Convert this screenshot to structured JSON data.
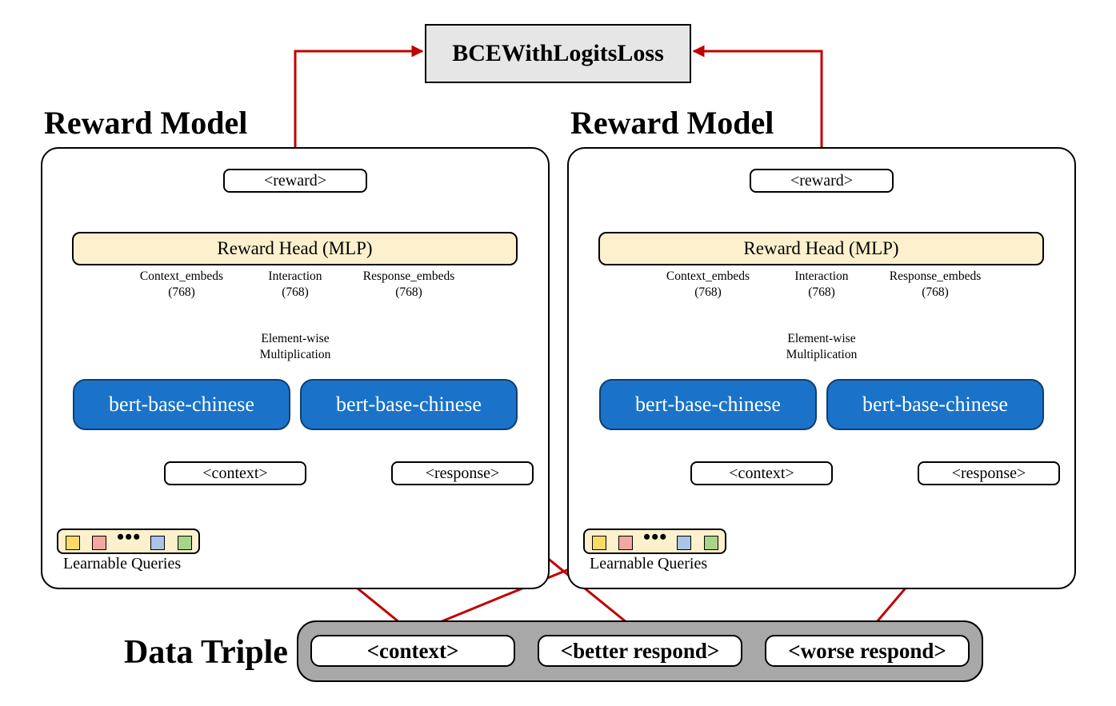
{
  "loss": {
    "label": "BCEWithLogitsLoss"
  },
  "models": [
    {
      "title": "Reward Model",
      "reward": "<reward>",
      "head": "Reward Head (MLP)",
      "outputs": {
        "context": {
          "name": "Context_embeds",
          "dim": "(768)"
        },
        "interaction": {
          "name": "Interaction",
          "dim": "(768)"
        },
        "response": {
          "name": "Response_embeds",
          "dim": "(768)"
        }
      },
      "multiply": {
        "line1": "Element-wise",
        "line2": "Multiplication"
      },
      "encoders": [
        "bert-base-chinese",
        "bert-base-chinese"
      ],
      "inputs": {
        "context": "<context>",
        "response": "<response>"
      },
      "queries": {
        "label": "Learnable Queries",
        "dots": "•••",
        "colors": [
          "#ffd966",
          "#f4a6a0",
          "#a9c4e8",
          "#a8d48a"
        ]
      }
    },
    {
      "title": "Reward Model",
      "reward": "<reward>",
      "head": "Reward Head (MLP)",
      "outputs": {
        "context": {
          "name": "Context_embeds",
          "dim": "(768)"
        },
        "interaction": {
          "name": "Interaction",
          "dim": "(768)"
        },
        "response": {
          "name": "Response_embeds",
          "dim": "(768)"
        }
      },
      "multiply": {
        "line1": "Element-wise",
        "line2": "Multiplication"
      },
      "encoders": [
        "bert-base-chinese",
        "bert-base-chinese"
      ],
      "inputs": {
        "context": "<context>",
        "response": "<response>"
      },
      "queries": {
        "label": "Learnable Queries",
        "dots": "•••",
        "colors": [
          "#ffd966",
          "#f4a6a0",
          "#a9c4e8",
          "#a8d48a"
        ]
      }
    }
  ],
  "triple": {
    "title": "Data Triple",
    "items": [
      "<context>",
      "<better respond>",
      "<worse respond>"
    ]
  },
  "colors": {
    "flow": "#c00000",
    "encoder": "#1a73c8",
    "head": "#fdf1cd",
    "loss_bg": "#e6e6e6",
    "triple_bg": "#a8a8a8"
  }
}
